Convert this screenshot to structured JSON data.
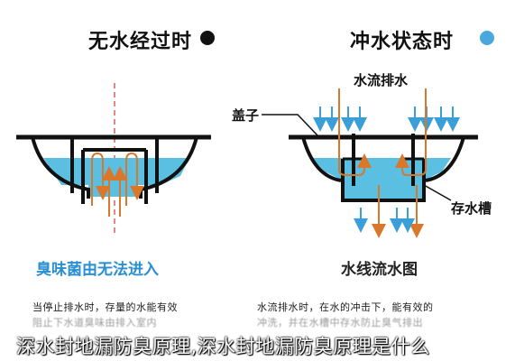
{
  "left_panel": {
    "title": "无水经过时",
    "caption": "臭味菌由无法进入",
    "text_line1": "当停止排水时，存量的水能有效",
    "text_line2": "阻止下水道臭味由排入室内"
  },
  "right_panel": {
    "title": "冲水状态时",
    "top_label": "水流排水",
    "lid_label": "盖子",
    "tank_label": "存水槽",
    "caption": "水线流水图",
    "text_line1": "水流排水时，在水的冲击下，能有效的",
    "text_line2": "冲洗，并在水槽中存水防止臭气排出"
  },
  "watermark": "深水封地漏防臭原理,深水封地漏防臭原理是什么",
  "colors": {
    "water": "#5bbfe2",
    "arrow_orange": "#d9772a",
    "arrow_blue": "#3a9fd8",
    "caption_blue": "#2a8fd0",
    "dot_black": "#111111",
    "dot_blue": "#4aa8dc"
  }
}
